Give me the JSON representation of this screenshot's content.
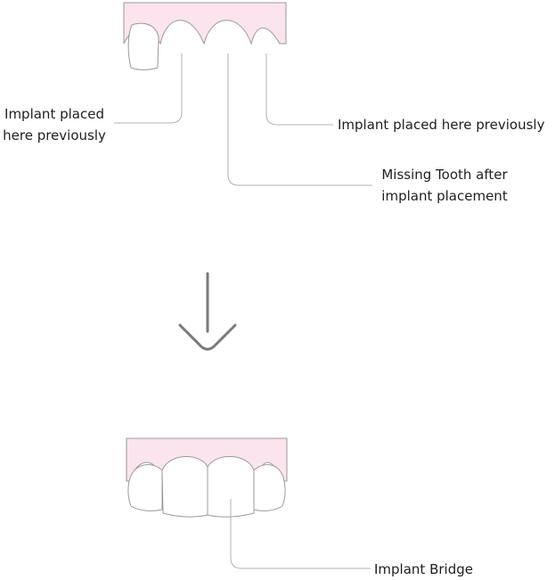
{
  "labels": {
    "implant_left": [
      "Implant placed",
      "here previously"
    ],
    "implant_right": "Implant placed here previously",
    "missing_tooth": [
      "Missing Tooth after",
      "implant placement"
    ],
    "implant_bridge": "Implant Bridge"
  },
  "colors": {
    "gum": "#fbe4ee",
    "outline": "#9a9a9a",
    "leader": "#b0b0b0",
    "arrow": "#7a7a7a"
  }
}
